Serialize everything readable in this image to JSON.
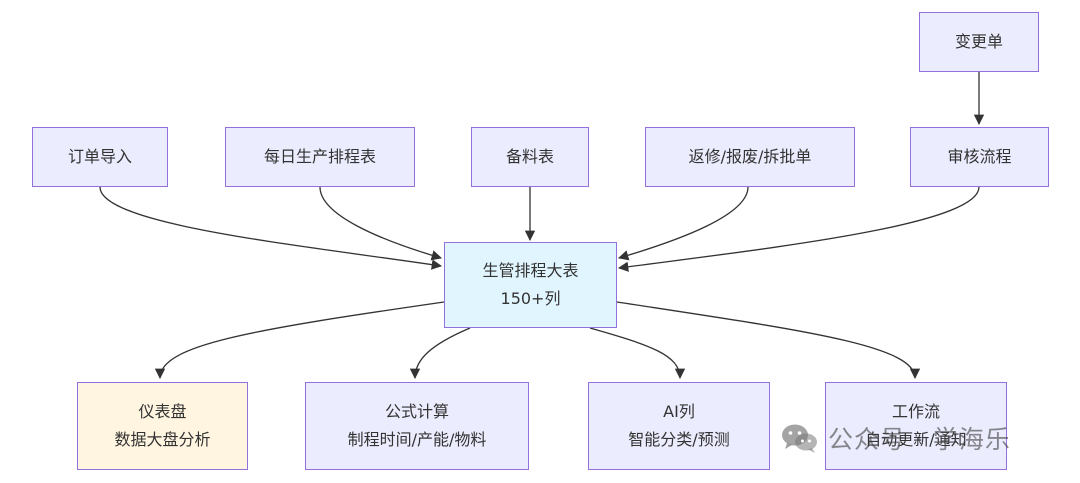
{
  "colors": {
    "node_fill": "#ececff",
    "node_border": "#9370db",
    "center_fill": "#e1f5fe",
    "dashboard_fill": "#fff5e0",
    "edge": "#333333",
    "text": "#333333"
  },
  "nodes": {
    "change_order": {
      "label": "变更单"
    },
    "order_import": {
      "label": "订单导入"
    },
    "daily_schedule": {
      "label": "每日生产排程表"
    },
    "material_prep": {
      "label": "备料表"
    },
    "rework_scrap": {
      "label": "返修/报废/拆批单"
    },
    "review_flow": {
      "label": "审核流程"
    },
    "master_table": {
      "label": "生管排程大表",
      "sublabel": "150+列"
    },
    "dashboard": {
      "label": "仪表盘",
      "sublabel": "数据大盘分析"
    },
    "formula": {
      "label": "公式计算",
      "sublabel": "制程时间/产能/物料"
    },
    "ai_column": {
      "label": "AI列",
      "sublabel": "智能分类/预测"
    },
    "workflow": {
      "label": "工作流",
      "sublabel": "自动更新/通知"
    }
  },
  "edges": [
    {
      "from": "change_order",
      "to": "review_flow"
    },
    {
      "from": "order_import",
      "to": "master_table"
    },
    {
      "from": "daily_schedule",
      "to": "master_table"
    },
    {
      "from": "material_prep",
      "to": "master_table"
    },
    {
      "from": "rework_scrap",
      "to": "master_table"
    },
    {
      "from": "review_flow",
      "to": "master_table"
    },
    {
      "from": "master_table",
      "to": "dashboard"
    },
    {
      "from": "master_table",
      "to": "formula"
    },
    {
      "from": "master_table",
      "to": "ai_column"
    },
    {
      "from": "master_table",
      "to": "workflow"
    }
  ],
  "watermark": {
    "text": "公众号 · 学海乐",
    "icon": "wechat-icon"
  }
}
